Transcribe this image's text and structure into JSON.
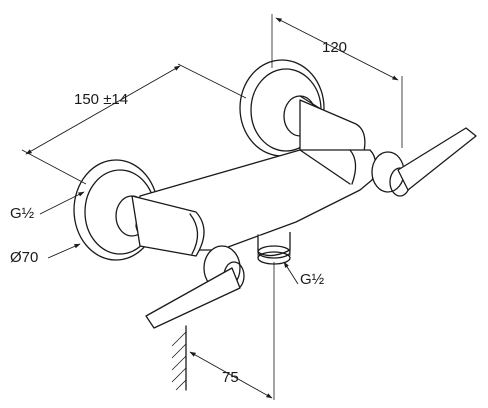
{
  "dimensions": {
    "width_120": "120",
    "length_150": "150 ±14",
    "inlet_thread": "G½",
    "rosette_diameter": "Ø70",
    "outlet_thread": "G½",
    "projection_75": "75"
  }
}
